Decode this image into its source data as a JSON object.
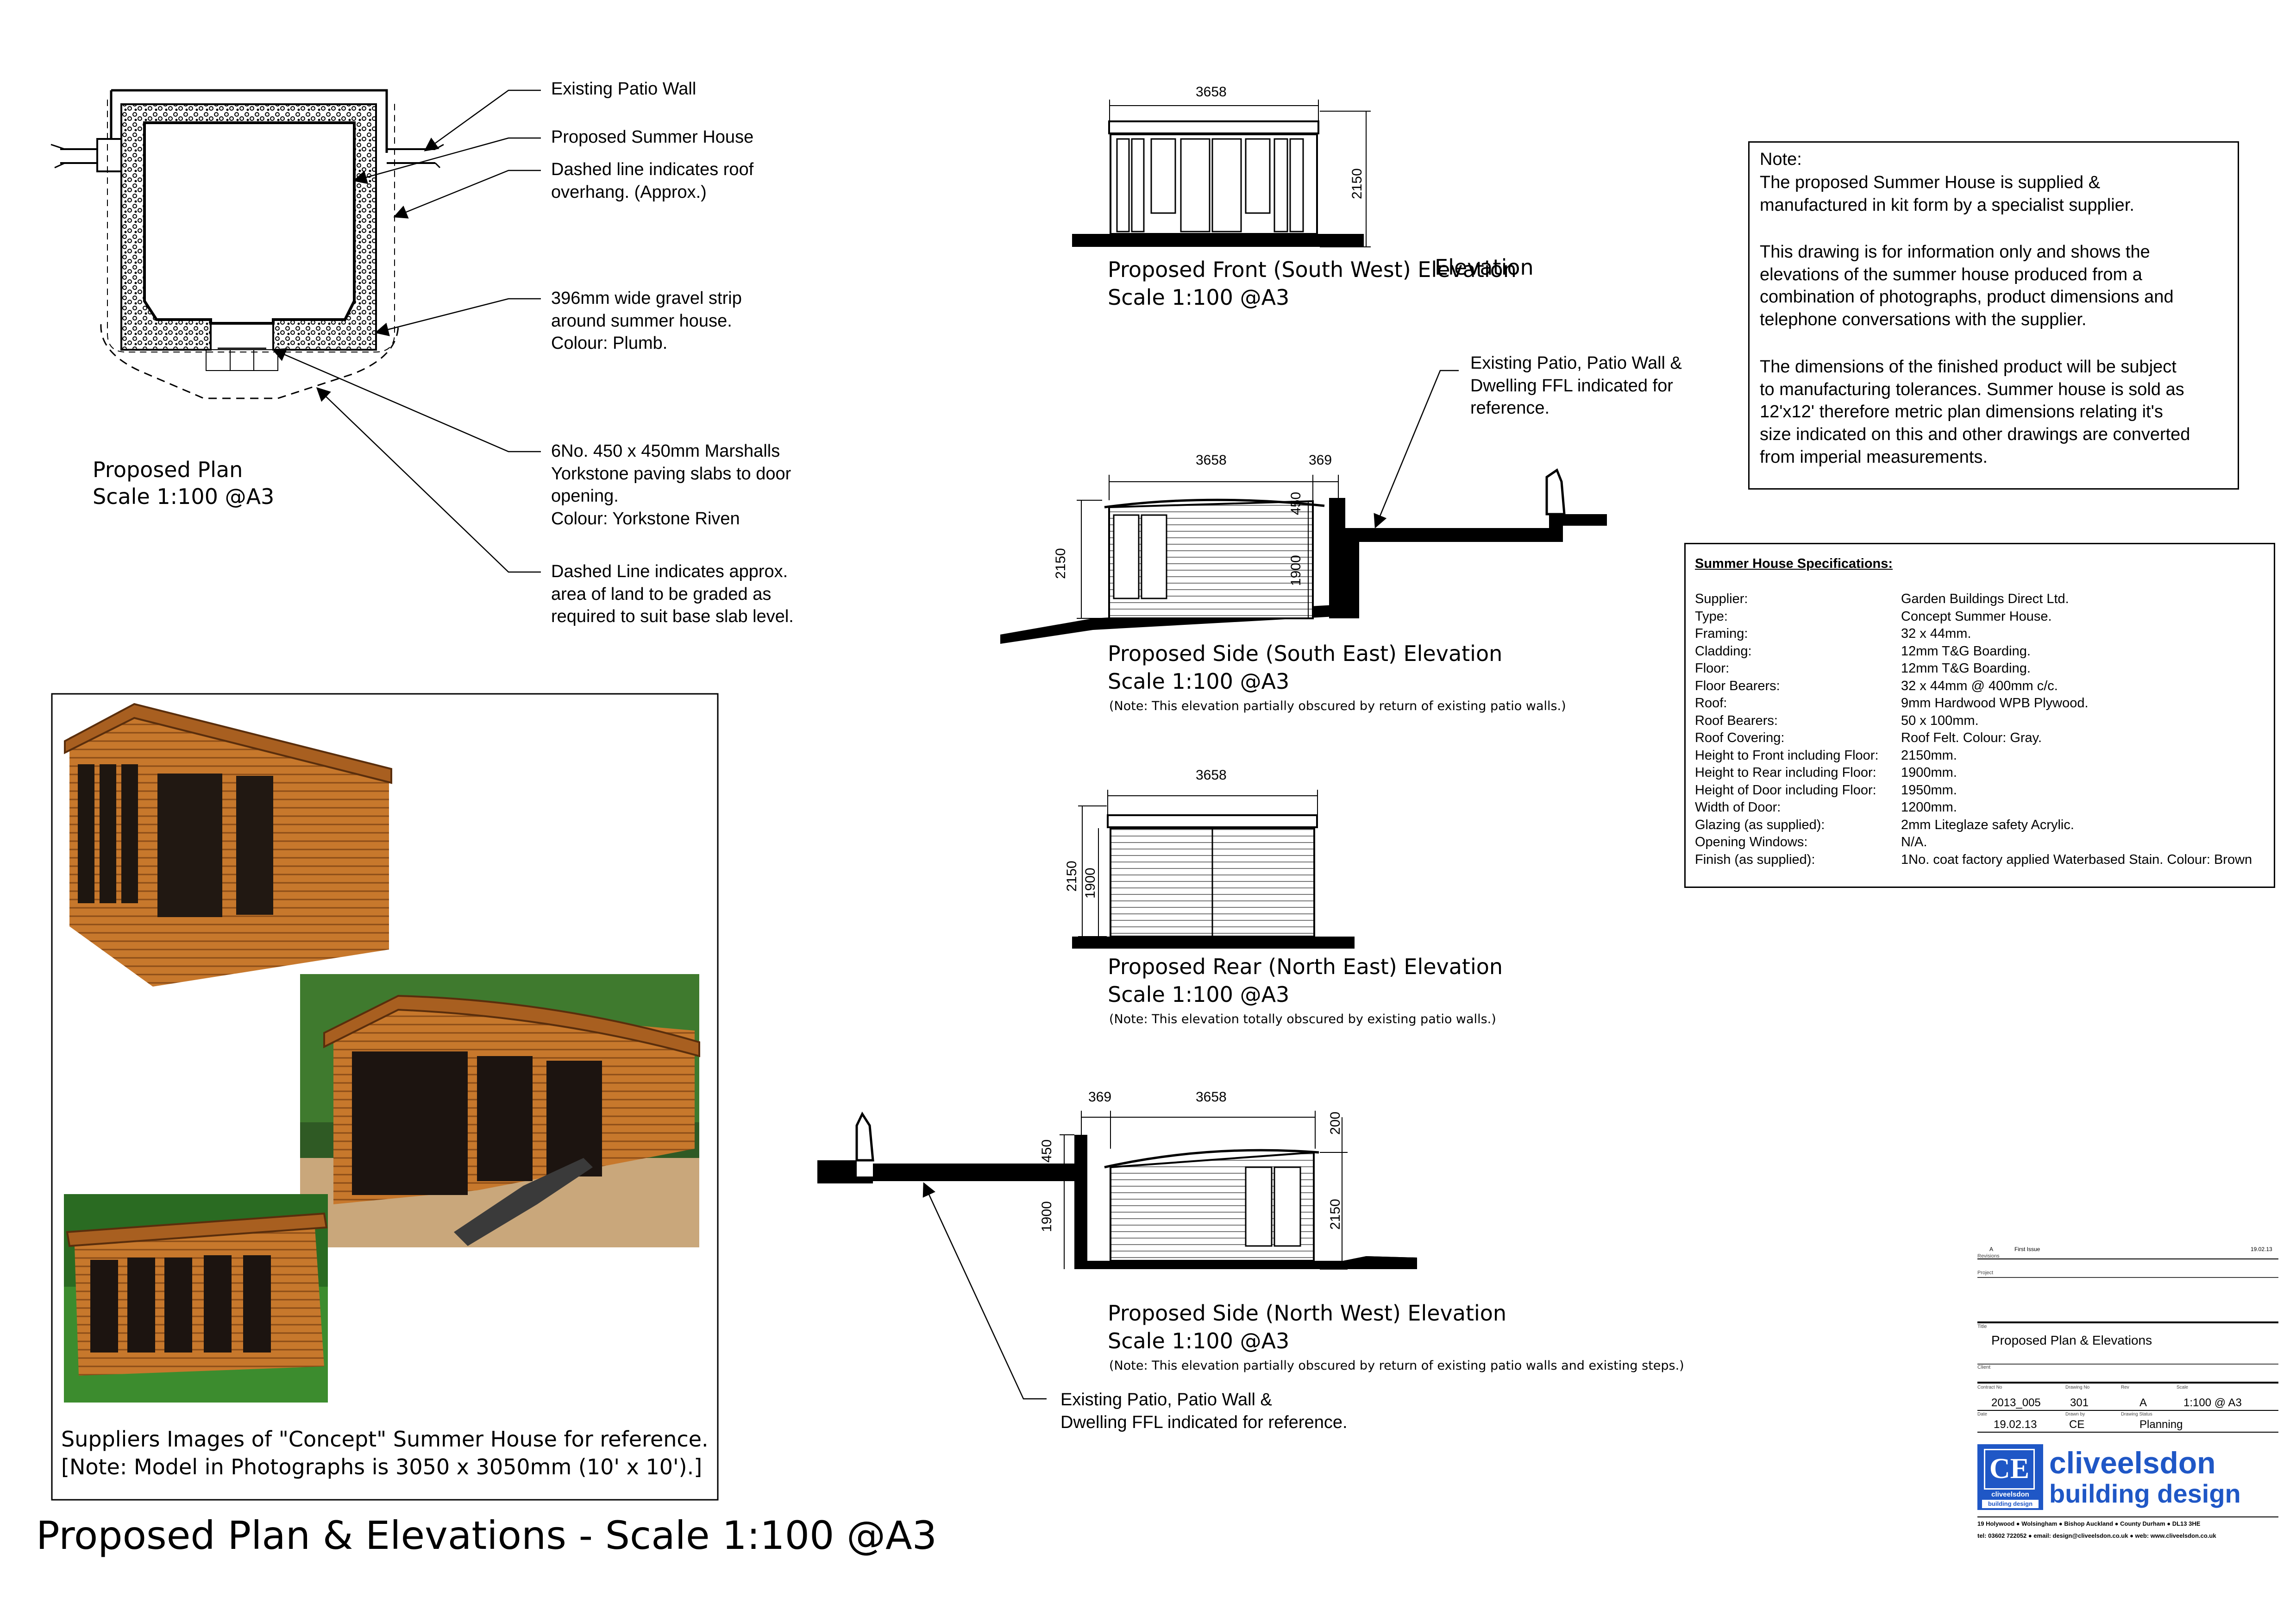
{
  "plan": {
    "callouts": [
      "Existing Patio Wall",
      "Proposed Summer House",
      "Dashed line indicates roof\noverhang. (Approx.)",
      "396mm wide gravel strip\naround summer house.\nColour: Plumb.",
      "6No. 450 x 450mm Marshalls\nYorkstone paving slabs to door\nopening.\nColour: Yorkstone Riven",
      "Dashed Line indicates approx.\narea of land to be graded as\nrequired to suit base slab level."
    ],
    "caption_title": "Proposed Plan",
    "caption_scale": "Scale 1:100 @A3"
  },
  "photos": {
    "caption_line1": "Suppliers Images of \"Concept\" Summer House for reference.",
    "caption_line2": "[Note: Model in Photographs is 3050 x 3050mm (10' x 10').]"
  },
  "front": {
    "title": "Proposed Front (South West) Elevation",
    "overlap": "Elevation",
    "scale": "Scale 1:100 @A3",
    "dim_width": "3658",
    "dim_height": "2150"
  },
  "se": {
    "title": "Proposed Side (South East) Elevation",
    "scale": "Scale 1:100 @A3",
    "note": "(Note: This elevation partially obscured by return of existing patio walls.)",
    "dim_width": "3658",
    "dim_overhang": "369",
    "dim_total": "2150",
    "dim_roof": "450",
    "dim_wall": "1900",
    "patio_note": "Existing Patio, Patio Wall &\nDwelling FFL indicated for\nreference."
  },
  "rear": {
    "title": "Proposed Rear (North East) Elevation",
    "scale": "Scale 1:100 @A3",
    "note": "(Note: This elevation totally obscured by existing patio walls.)",
    "dim_width": "3658",
    "dim_total": "2150",
    "dim_wall": "1900"
  },
  "nw": {
    "title": "Proposed Side (North West) Elevation",
    "scale": "Scale 1:100 @A3",
    "note": "(Note: This elevation partially obscured by return of existing patio walls and existing steps.)",
    "dim_overhang": "369",
    "dim_width": "3658",
    "dim_roof": "450",
    "dim_wall": "1900",
    "dim_top": "200",
    "dim_total": "2150",
    "patio_note": "Existing Patio, Patio Wall &\nDwelling FFL indicated for reference."
  },
  "note_box": {
    "heading": "Note:",
    "p1": "The proposed Summer House is supplied &\nmanufactured in kit form by a specialist supplier.",
    "p2": "This drawing is for information only and shows the\nelevations of the summer house produced from a\ncombination of photographs, product dimensions and\ntelephone conversations with the supplier.",
    "p3": "The dimensions of the finished product will be subject\nto manufacturing tolerances. Summer house is sold as\n12'x12' therefore metric plan dimensions relating it's\nsize indicated on this and other drawings are converted\nfrom imperial measurements."
  },
  "specs": {
    "heading": "Summer House Specifications:",
    "rows": [
      [
        "Supplier:",
        "Garden Buildings Direct Ltd."
      ],
      [
        "Type:",
        "Concept Summer House."
      ],
      [
        "Framing:",
        "32 x 44mm."
      ],
      [
        "Cladding:",
        "12mm T&G Boarding."
      ],
      [
        "Floor:",
        "12mm T&G Boarding."
      ],
      [
        "Floor Bearers:",
        "32 x 44mm @ 400mm c/c."
      ],
      [
        "Roof:",
        "9mm Hardwood WPB Plywood."
      ],
      [
        "Roof Bearers:",
        "50 x 100mm."
      ],
      [
        "Roof Covering:",
        "Roof Felt. Colour: Gray."
      ],
      [
        "Height to Front including Floor:",
        "2150mm."
      ],
      [
        "Height to Rear including Floor:",
        "1900mm."
      ],
      [
        "Height of Door including Floor:",
        "1950mm."
      ],
      [
        "Width of Door:",
        "1200mm."
      ],
      [
        "Glazing (as supplied):",
        "2mm Liteglaze safety Acrylic."
      ],
      [
        "Opening Windows:",
        "N/A."
      ],
      [
        "Finish (as supplied):",
        "1No. coat factory applied Waterbased Stain. Colour: Brown"
      ]
    ]
  },
  "title_block": {
    "rev_letter": "A",
    "rev_desc": "First Issue",
    "rev_date": "19.02.13",
    "revisions_label": "Revisions",
    "project_label": "Project",
    "title_label": "Title",
    "title": "Proposed Plan & Elevations",
    "client_label": "Client",
    "labels": [
      "Contract No",
      "Drawing No",
      "Rev",
      "Scale"
    ],
    "values": [
      "2013_005",
      "301",
      "A",
      "1:100 @ A3"
    ],
    "labels2": [
      "Date",
      "Drawn by",
      "Drawing Status"
    ],
    "values2": [
      "19.02.13",
      "CE",
      "Planning"
    ],
    "logo_mark": "CE",
    "logo_small": "cliveelsdon",
    "logo_small2": "building design",
    "brand1": "cliveelsdon",
    "brand2": "building design",
    "address": "19 Holywood  ●  Wolsingham  ●  Bishop Auckland  ●  County Durham  ●  DL13 3HE",
    "contact": "tel: 03602 722052  ●  email: design@cliveelsdon.co.uk  ●  web: www.cliveelsdon.co.uk"
  },
  "sheet_title": "Proposed Plan & Elevations - Scale 1:100 @A3",
  "colors": {
    "brand_blue": "#1f57c6",
    "timber": "#c7782c",
    "grass": "#3c8c2e",
    "gravel_fill": "#dcdcdc"
  }
}
